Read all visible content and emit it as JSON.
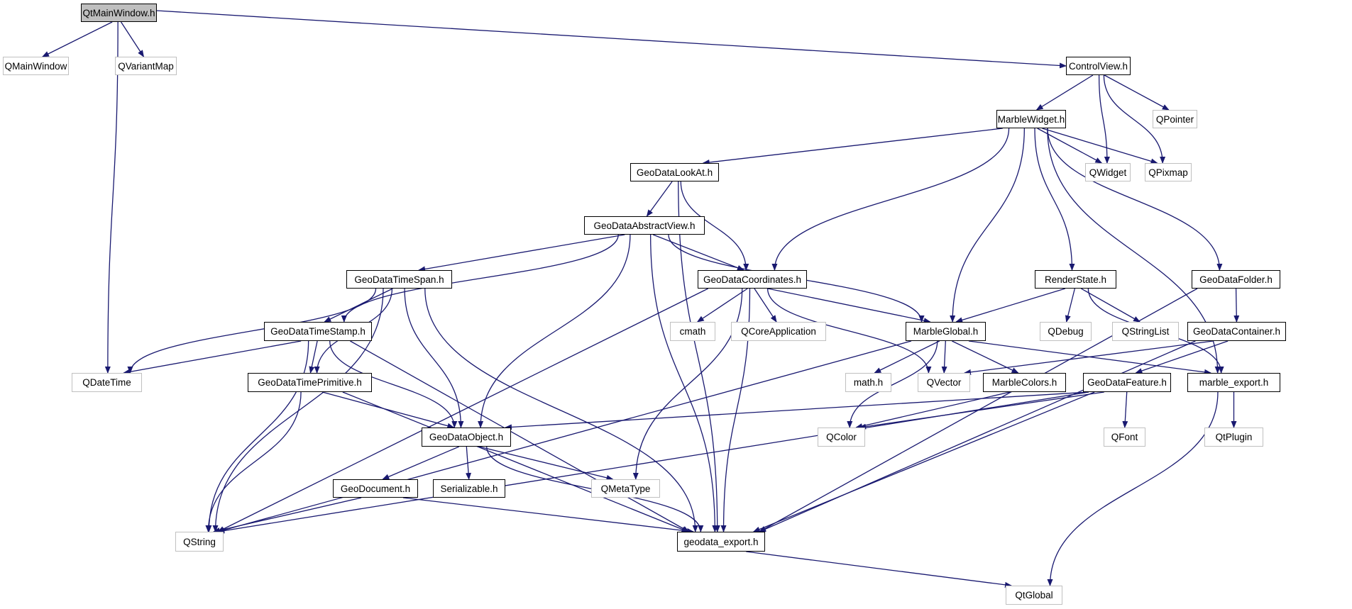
{
  "colors": {
    "edge": "#191970",
    "main_fill": "#bfbfbf",
    "external_border": "#c0c0c0",
    "internal_border": "#000000"
  },
  "nodes": [
    {
      "label": "QtMainWindow.h",
      "kind": "main"
    },
    {
      "label": "QMainWindow",
      "kind": "external"
    },
    {
      "label": "QVariantMap",
      "kind": "external"
    },
    {
      "label": "ControlView.h",
      "kind": "internal"
    },
    {
      "label": "MarbleWidget.h",
      "kind": "internal"
    },
    {
      "label": "QPointer",
      "kind": "external"
    },
    {
      "label": "QWidget",
      "kind": "external"
    },
    {
      "label": "QPixmap",
      "kind": "external"
    },
    {
      "label": "GeoDataLookAt.h",
      "kind": "internal"
    },
    {
      "label": "GeoDataAbstractView.h",
      "kind": "internal"
    },
    {
      "label": "GeoDataTimeSpan.h",
      "kind": "internal"
    },
    {
      "label": "GeoDataCoordinates.h",
      "kind": "internal"
    },
    {
      "label": "RenderState.h",
      "kind": "internal"
    },
    {
      "label": "GeoDataFolder.h",
      "kind": "internal"
    },
    {
      "label": "GeoDataTimeStamp.h",
      "kind": "internal"
    },
    {
      "label": "cmath",
      "kind": "external"
    },
    {
      "label": "QCoreApplication",
      "kind": "external"
    },
    {
      "label": "MarbleGlobal.h",
      "kind": "internal"
    },
    {
      "label": "QDebug",
      "kind": "external"
    },
    {
      "label": "QStringList",
      "kind": "external"
    },
    {
      "label": "GeoDataContainer.h",
      "kind": "internal"
    },
    {
      "label": "QDateTime",
      "kind": "external"
    },
    {
      "label": "GeoDataTimePrimitive.h",
      "kind": "internal"
    },
    {
      "label": "math.h",
      "kind": "external"
    },
    {
      "label": "QVector",
      "kind": "external"
    },
    {
      "label": "MarbleColors.h",
      "kind": "internal"
    },
    {
      "label": "GeoDataFeature.h",
      "kind": "internal"
    },
    {
      "label": "marble_export.h",
      "kind": "internal"
    },
    {
      "label": "GeoDataObject.h",
      "kind": "internal"
    },
    {
      "label": "QColor",
      "kind": "external"
    },
    {
      "label": "QFont",
      "kind": "external"
    },
    {
      "label": "QtPlugin",
      "kind": "external"
    },
    {
      "label": "GeoDocument.h",
      "kind": "internal"
    },
    {
      "label": "Serializable.h",
      "kind": "internal"
    },
    {
      "label": "QMetaType",
      "kind": "external"
    },
    {
      "label": "QString",
      "kind": "external"
    },
    {
      "label": "geodata_export.h",
      "kind": "internal"
    },
    {
      "label": "QtGlobal",
      "kind": "external"
    }
  ],
  "edges": [
    [
      "QtMainWindow.h",
      "QMainWindow"
    ],
    [
      "QtMainWindow.h",
      "QVariantMap"
    ],
    [
      "QtMainWindow.h",
      "QDateTime"
    ],
    [
      "QtMainWindow.h",
      "ControlView.h"
    ],
    [
      "ControlView.h",
      "MarbleWidget.h"
    ],
    [
      "ControlView.h",
      "QWidget"
    ],
    [
      "ControlView.h",
      "QPixmap"
    ],
    [
      "ControlView.h",
      "QPointer"
    ],
    [
      "MarbleWidget.h",
      "GeoDataLookAt.h"
    ],
    [
      "MarbleWidget.h",
      "GeoDataCoordinates.h"
    ],
    [
      "MarbleWidget.h",
      "MarbleGlobal.h"
    ],
    [
      "MarbleWidget.h",
      "marble_export.h"
    ],
    [
      "MarbleWidget.h",
      "RenderState.h"
    ],
    [
      "MarbleWidget.h",
      "GeoDataFolder.h"
    ],
    [
      "MarbleWidget.h",
      "QWidget"
    ],
    [
      "MarbleWidget.h",
      "QPixmap"
    ],
    [
      "GeoDataLookAt.h",
      "GeoDataAbstractView.h"
    ],
    [
      "GeoDataLookAt.h",
      "GeoDataCoordinates.h"
    ],
    [
      "GeoDataLookAt.h",
      "geodata_export.h"
    ],
    [
      "GeoDataAbstractView.h",
      "GeoDataTimeSpan.h"
    ],
    [
      "GeoDataAbstractView.h",
      "GeoDataTimeStamp.h"
    ],
    [
      "GeoDataAbstractView.h",
      "GeoDataCoordinates.h"
    ],
    [
      "GeoDataAbstractView.h",
      "MarbleGlobal.h"
    ],
    [
      "GeoDataAbstractView.h",
      "GeoDataObject.h"
    ],
    [
      "GeoDataAbstractView.h",
      "geodata_export.h"
    ],
    [
      "GeoDataTimeSpan.h",
      "QDateTime"
    ],
    [
      "GeoDataTimeSpan.h",
      "GeoDataTimeStamp.h"
    ],
    [
      "GeoDataTimeSpan.h",
      "GeoDataTimePrimitive.h"
    ],
    [
      "GeoDataTimeSpan.h",
      "GeoDataObject.h"
    ],
    [
      "GeoDataTimeSpan.h",
      "geodata_export.h"
    ],
    [
      "GeoDataTimeSpan.h",
      "QString"
    ],
    [
      "GeoDataCoordinates.h",
      "cmath"
    ],
    [
      "GeoDataCoordinates.h",
      "QCoreApplication"
    ],
    [
      "GeoDataCoordinates.h",
      "MarbleGlobal.h"
    ],
    [
      "GeoDataCoordinates.h",
      "QVector"
    ],
    [
      "GeoDataCoordinates.h",
      "geodata_export.h"
    ],
    [
      "GeoDataCoordinates.h",
      "QMetaType"
    ],
    [
      "GeoDataCoordinates.h",
      "QString"
    ],
    [
      "GeoDataTimeStamp.h",
      "QDateTime"
    ],
    [
      "GeoDataTimeStamp.h",
      "GeoDataTimePrimitive.h"
    ],
    [
      "GeoDataTimeStamp.h",
      "GeoDataObject.h"
    ],
    [
      "GeoDataTimeStamp.h",
      "geodata_export.h"
    ],
    [
      "GeoDataTimeStamp.h",
      "QString"
    ],
    [
      "GeoDataTimePrimitive.h",
      "GeoDataObject.h"
    ],
    [
      "GeoDataTimePrimitive.h",
      "QString"
    ],
    [
      "GeoDataTimePrimitive.h",
      "geodata_export.h"
    ],
    [
      "MarbleGlobal.h",
      "math.h"
    ],
    [
      "MarbleGlobal.h",
      "QVector"
    ],
    [
      "MarbleGlobal.h",
      "MarbleColors.h"
    ],
    [
      "MarbleGlobal.h",
      "QColor"
    ],
    [
      "MarbleGlobal.h",
      "marble_export.h"
    ],
    [
      "MarbleGlobal.h",
      "QString"
    ],
    [
      "RenderState.h",
      "MarbleGlobal.h"
    ],
    [
      "RenderState.h",
      "QDebug"
    ],
    [
      "RenderState.h",
      "QStringList"
    ],
    [
      "RenderState.h",
      "marble_export.h"
    ],
    [
      "GeoDataFolder.h",
      "GeoDataContainer.h"
    ],
    [
      "GeoDataFolder.h",
      "geodata_export.h"
    ],
    [
      "GeoDataContainer.h",
      "GeoDataFeature.h"
    ],
    [
      "GeoDataContainer.h",
      "QVector"
    ],
    [
      "GeoDataContainer.h",
      "geodata_export.h"
    ],
    [
      "GeoDataFeature.h",
      "GeoDataObject.h"
    ],
    [
      "GeoDataFeature.h",
      "QColor"
    ],
    [
      "GeoDataFeature.h",
      "QFont"
    ],
    [
      "GeoDataFeature.h",
      "geodata_export.h"
    ],
    [
      "GeoDataFeature.h",
      "QString"
    ],
    [
      "marble_export.h",
      "QtPlugin"
    ],
    [
      "marble_export.h",
      "QtGlobal"
    ],
    [
      "MarbleColors.h",
      "QColor"
    ],
    [
      "GeoDataObject.h",
      "GeoDocument.h"
    ],
    [
      "GeoDataObject.h",
      "Serializable.h"
    ],
    [
      "GeoDataObject.h",
      "QMetaType"
    ],
    [
      "GeoDataObject.h",
      "geodata_export.h"
    ],
    [
      "GeoDocument.h",
      "QString"
    ],
    [
      "GeoDocument.h",
      "geodata_export.h"
    ],
    [
      "geodata_export.h",
      "QtGlobal"
    ]
  ]
}
